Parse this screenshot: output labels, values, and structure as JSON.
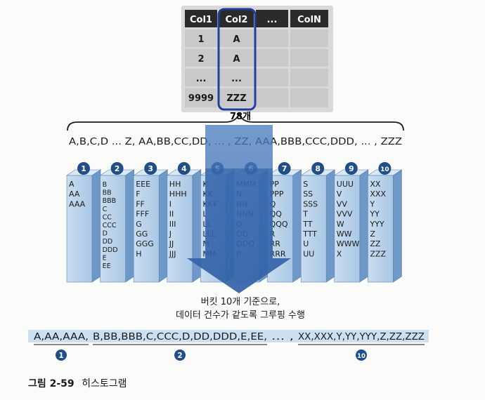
{
  "table": {
    "headers": [
      "Col1",
      "Col2",
      "...",
      "ColN"
    ],
    "rows": [
      [
        "1",
        "A",
        "",
        ""
      ],
      [
        "2",
        "A",
        "",
        ""
      ],
      [
        "...",
        "...",
        "",
        ""
      ],
      [
        "9999",
        "ZZZ",
        "",
        ""
      ]
    ]
  },
  "brace_label": "78개",
  "value_sequence": "A,B,C,D ... Z, AA,BB,CC,DD, ... , ZZ, AAA,BBB,CCC,DDD, ... , ZZZ",
  "buckets": [
    {
      "number": "1",
      "items": [
        "A",
        "AA",
        "AAA"
      ]
    },
    {
      "number": "2",
      "items": [
        "B",
        "BB",
        "BBB",
        "C",
        "CC",
        "CCC",
        "D",
        "DD",
        "DDD",
        "E",
        "EE"
      ]
    },
    {
      "number": "3",
      "items": [
        "EEE",
        "F",
        "FF",
        "FFF",
        "G",
        "GG",
        "GGG",
        "H"
      ]
    },
    {
      "number": "4",
      "items": [
        "HH",
        "HHH",
        "I",
        "II",
        "III",
        "J",
        "JJ",
        "JJJ"
      ]
    },
    {
      "number": "5",
      "items": [
        "K",
        "KK",
        "KKK",
        "L",
        "LL",
        "LLL",
        "M",
        "MM"
      ]
    },
    {
      "number": "6",
      "items": [
        "MMM",
        "N",
        "NN",
        "NNN",
        "O",
        "OO",
        "OOO",
        "P"
      ]
    },
    {
      "number": "7",
      "items": [
        "PP",
        "PPP",
        "Q",
        "QQ",
        "QQQ",
        "R",
        "RR",
        "RRR"
      ]
    },
    {
      "number": "8",
      "items": [
        "S",
        "SS",
        "SSS",
        "T",
        "TT",
        "TTT",
        "U",
        "UU"
      ]
    },
    {
      "number": "9",
      "items": [
        "UUU",
        "V",
        "VV",
        "VVV",
        "W",
        "WW",
        "WWW",
        "X"
      ]
    },
    {
      "number": "10",
      "items": [
        "XX",
        "XXX",
        "Y",
        "YY",
        "YYY",
        "Z",
        "ZZ",
        "ZZZ"
      ]
    }
  ],
  "arrow_text": [
    "버킷 10개 기준으로,",
    "데이터 건수가 같도록 그루핑 수행"
  ],
  "bottom_groups": [
    {
      "text": "A,AA,AAA,",
      "number": "1"
    },
    {
      "text": "B,BB,BBB,C,CCC,D,DD,DDD,E,EE,",
      "number": "2"
    },
    {
      "text": "... ,",
      "number": ""
    },
    {
      "text": "XX,XXX,Y,YY,YYY,Z,ZZ,ZZZ",
      "number": "10"
    }
  ],
  "caption": {
    "figure": "그림 2-59",
    "title": "히스토그램"
  },
  "colors": {
    "bucket_front": "#b8d2ea",
    "bucket_side": "#6d98c8",
    "bucket_top": "#dbe8f5",
    "badge": "#1f4f86",
    "arrow": "#3d6fb4",
    "highlight": "#1f3f9a",
    "table_header": "#2a2a2a",
    "table_cell": "#c9c9c9"
  }
}
